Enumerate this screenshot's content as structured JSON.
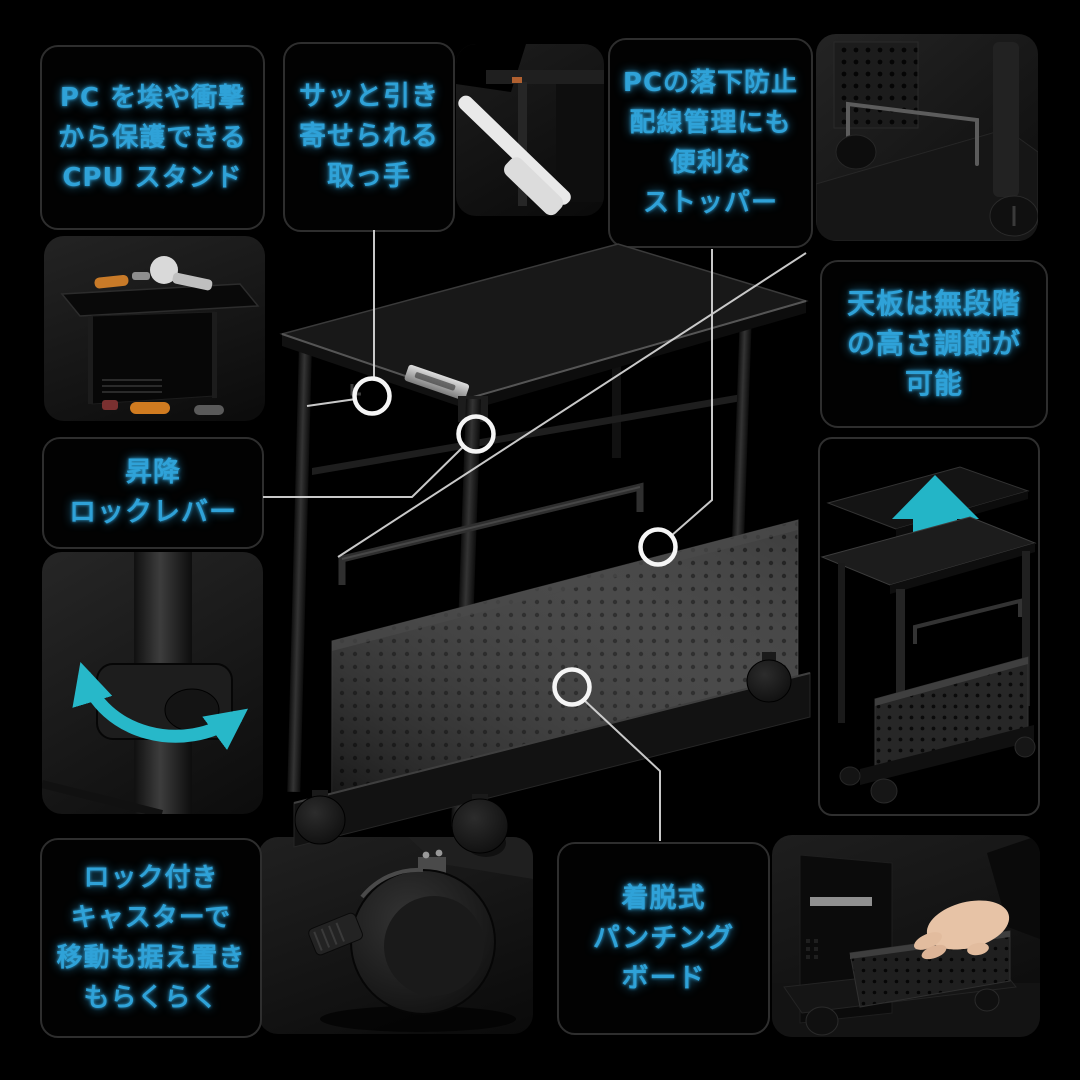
{
  "colors": {
    "background": "#000000",
    "callout_text": "#2fa2d8",
    "callout_border": "#2e2e2e",
    "annotation_line": "#d9d9d9",
    "marker_ring": "#f5f5f5",
    "accent_arrow": "#23b5c7"
  },
  "callouts": {
    "cpu_stand": {
      "lines": [
        "PC を埃や衝撃",
        "から保護できる",
        "CPU スタンド"
      ]
    },
    "handle": {
      "lines": [
        "サッと引き",
        "寄せられる",
        "取っ手"
      ]
    },
    "stopper": {
      "lines": [
        "PCの落下防止",
        "配線管理にも",
        "便利な",
        "ストッパー"
      ]
    },
    "height_adjust": {
      "lines": [
        "天板は無段階",
        "の高さ調節が",
        "可能"
      ]
    },
    "lock_lever": {
      "lines": [
        "昇降",
        "ロックレバー"
      ]
    },
    "casters": {
      "lines": [
        "ロック付き",
        "キャスターで",
        "移動も据え置き",
        "もらくらく"
      ]
    },
    "punching_board": {
      "lines": [
        "着脱式",
        "パンチング",
        "ボード"
      ]
    }
  },
  "icons": [
    {
      "name": "up-arrow-icon",
      "meaning": "top board raises / height adjustable",
      "color": "#23b5c7"
    },
    {
      "name": "rotate-arrow-icon",
      "meaning": "lock lever rotates",
      "color": "#23b5c7"
    }
  ],
  "markers": {
    "count": 4,
    "style": "white circle outline pointing to product parts"
  }
}
